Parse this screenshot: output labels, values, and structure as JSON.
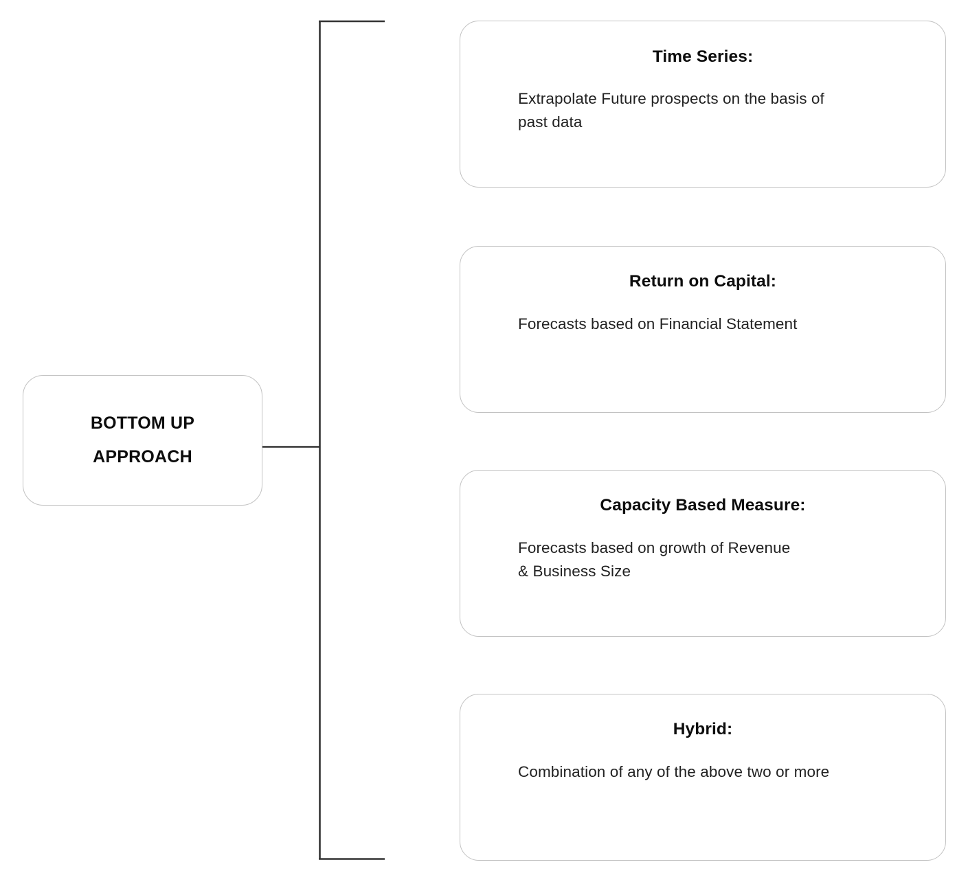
{
  "diagram": {
    "type": "tree-bracket",
    "orientation": "left-to-right",
    "root": {
      "label": "BOTTOM UP\nAPPROACH"
    },
    "connector": {
      "style": "square-bracket",
      "line_color": "#333333",
      "stem_label": ""
    },
    "colors": {
      "card_border": "#c2c2c2",
      "line": "#333333",
      "text": "#1a1a1a",
      "background": "#ffffff"
    },
    "branches": [
      {
        "title": "Time Series:",
        "body": "Extrapolate Future prospects on the basis of\npast data"
      },
      {
        "title": "Return on Capital:",
        "body": "Forecasts based on Financial Statement"
      },
      {
        "title": "Capacity Based Measure:",
        "body": "Forecasts based on growth of Revenue\n& Business Size"
      },
      {
        "title": "Hybrid:",
        "body": "Combination of any of the above two or more"
      }
    ]
  }
}
